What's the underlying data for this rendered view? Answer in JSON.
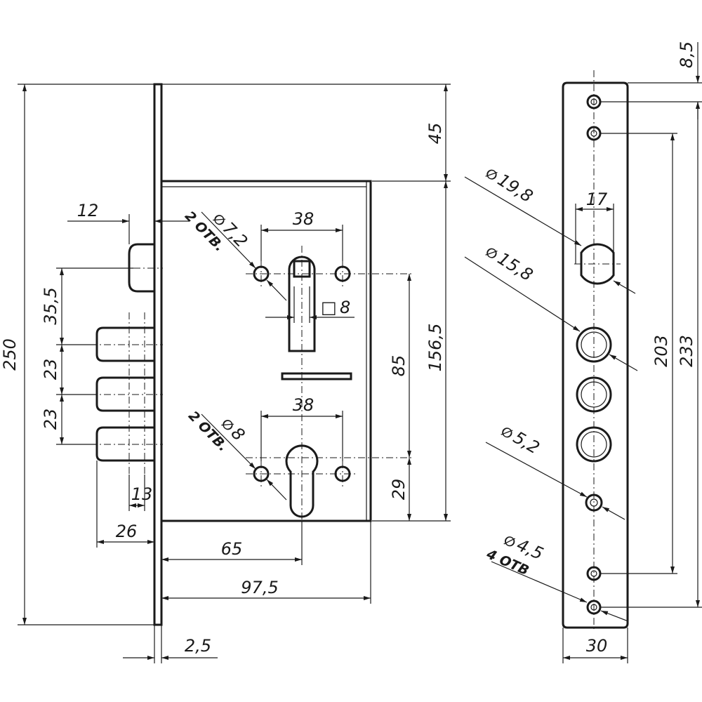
{
  "drawing": {
    "dims": {
      "overall_height": "250",
      "top_to_case": "45",
      "case_height": "156,5",
      "spindle_to_cylinder": "85",
      "cylinder_to_case_bottom": "29",
      "faceplate_thickness": "2,5",
      "latch_projection": "12",
      "latch_to_bolt": "35,5",
      "bolt_spacing_1": "23",
      "bolt_spacing_2": "23",
      "bolt_width": "13",
      "bolt_throw": "26",
      "backset": "65",
      "case_depth": "97,5",
      "spindle_holes_pitch": "38",
      "cylinder_holes_pitch": "38",
      "spindle_square": "8",
      "strike_width": "30",
      "strike_screw_span_outer": "233",
      "strike_screw_span_inner": "203",
      "strike_top_offset": "8,5",
      "strike_latch_hole_width": "17"
    },
    "labels": {
      "hole_7_2_dia": "7,2",
      "hole_7_2_qty": "2 ОТВ.",
      "hole_8_dia": "8",
      "hole_8_qty": "2 ОТВ.",
      "latch_hole_dia": "19,8",
      "bolt_hole_dia": "15,8",
      "screw_hole_dia": "5,2",
      "fix_hole_dia": "4,5",
      "fix_hole_qty": "4 ОТВ",
      "diameter_symbol": "∅",
      "square_symbol": "□"
    }
  }
}
